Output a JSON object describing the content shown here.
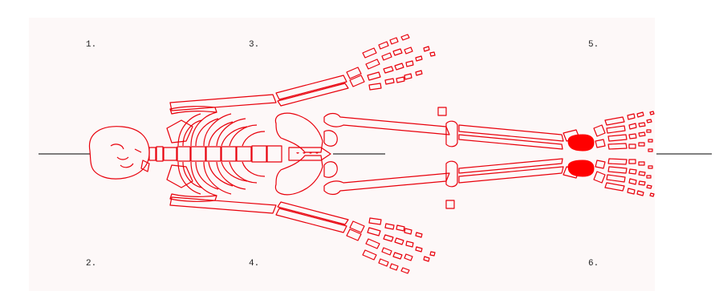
{
  "diagram": {
    "labels": [
      "1.",
      "2.",
      "3.",
      "4.",
      "5.",
      "6."
    ],
    "outline_color": "#e8000b",
    "highlight_color": "#ff0000",
    "midline_color": "#000000",
    "highlighted_regions": [
      "left-calcaneus",
      "right-calcaneus"
    ]
  }
}
